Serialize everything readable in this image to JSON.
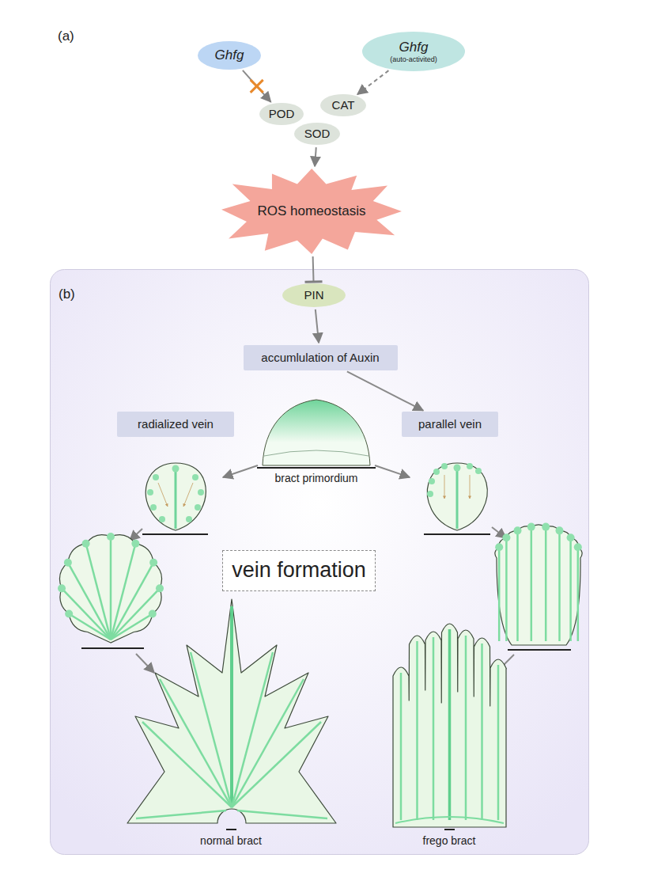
{
  "diagram": {
    "nodes": [
      {
        "text": [
          "Ghfg"
        ]
      },
      {
        "text": [
          "Ghfg",
          "(auto-activited)"
        ]
      },
      {
        "text": [
          "POD"
        ]
      },
      {
        "text": [
          "CAT"
        ]
      },
      {
        "text": [
          "SOD"
        ]
      },
      {
        "text": [
          "ROS homeostasis"
        ]
      },
      {
        "text": [
          "(b)"
        ]
      },
      {
        "text": [
          "PIN"
        ],
        "in": 6
      },
      {
        "text": [
          "accumlulation of Auxin"
        ],
        "in": 6
      },
      {
        "text": [
          "radialized vein"
        ],
        "in": 6
      },
      {
        "text": [
          "parallel vein"
        ],
        "in": 6
      },
      {
        "text": [
          "vein formation"
        ],
        "in": 6
      }
    ],
    "edges": [
      {
        "from": 0,
        "to": 2,
        "arrow": "to"
      },
      {
        "from": 1,
        "to": 3,
        "arrow": "to"
      },
      {
        "from": 4,
        "to": 5,
        "arrow": "to"
      },
      {
        "from": 5,
        "to": 7,
        "arrow": "to"
      },
      {
        "from": 7,
        "to": 8,
        "arrow": "to"
      },
      {
        "from": 8,
        "to": 10,
        "arrow": "to"
      }
    ],
    "labels": [
      "(a)",
      "bract primordium",
      "normal bract",
      "frego bract"
    ]
  }
}
